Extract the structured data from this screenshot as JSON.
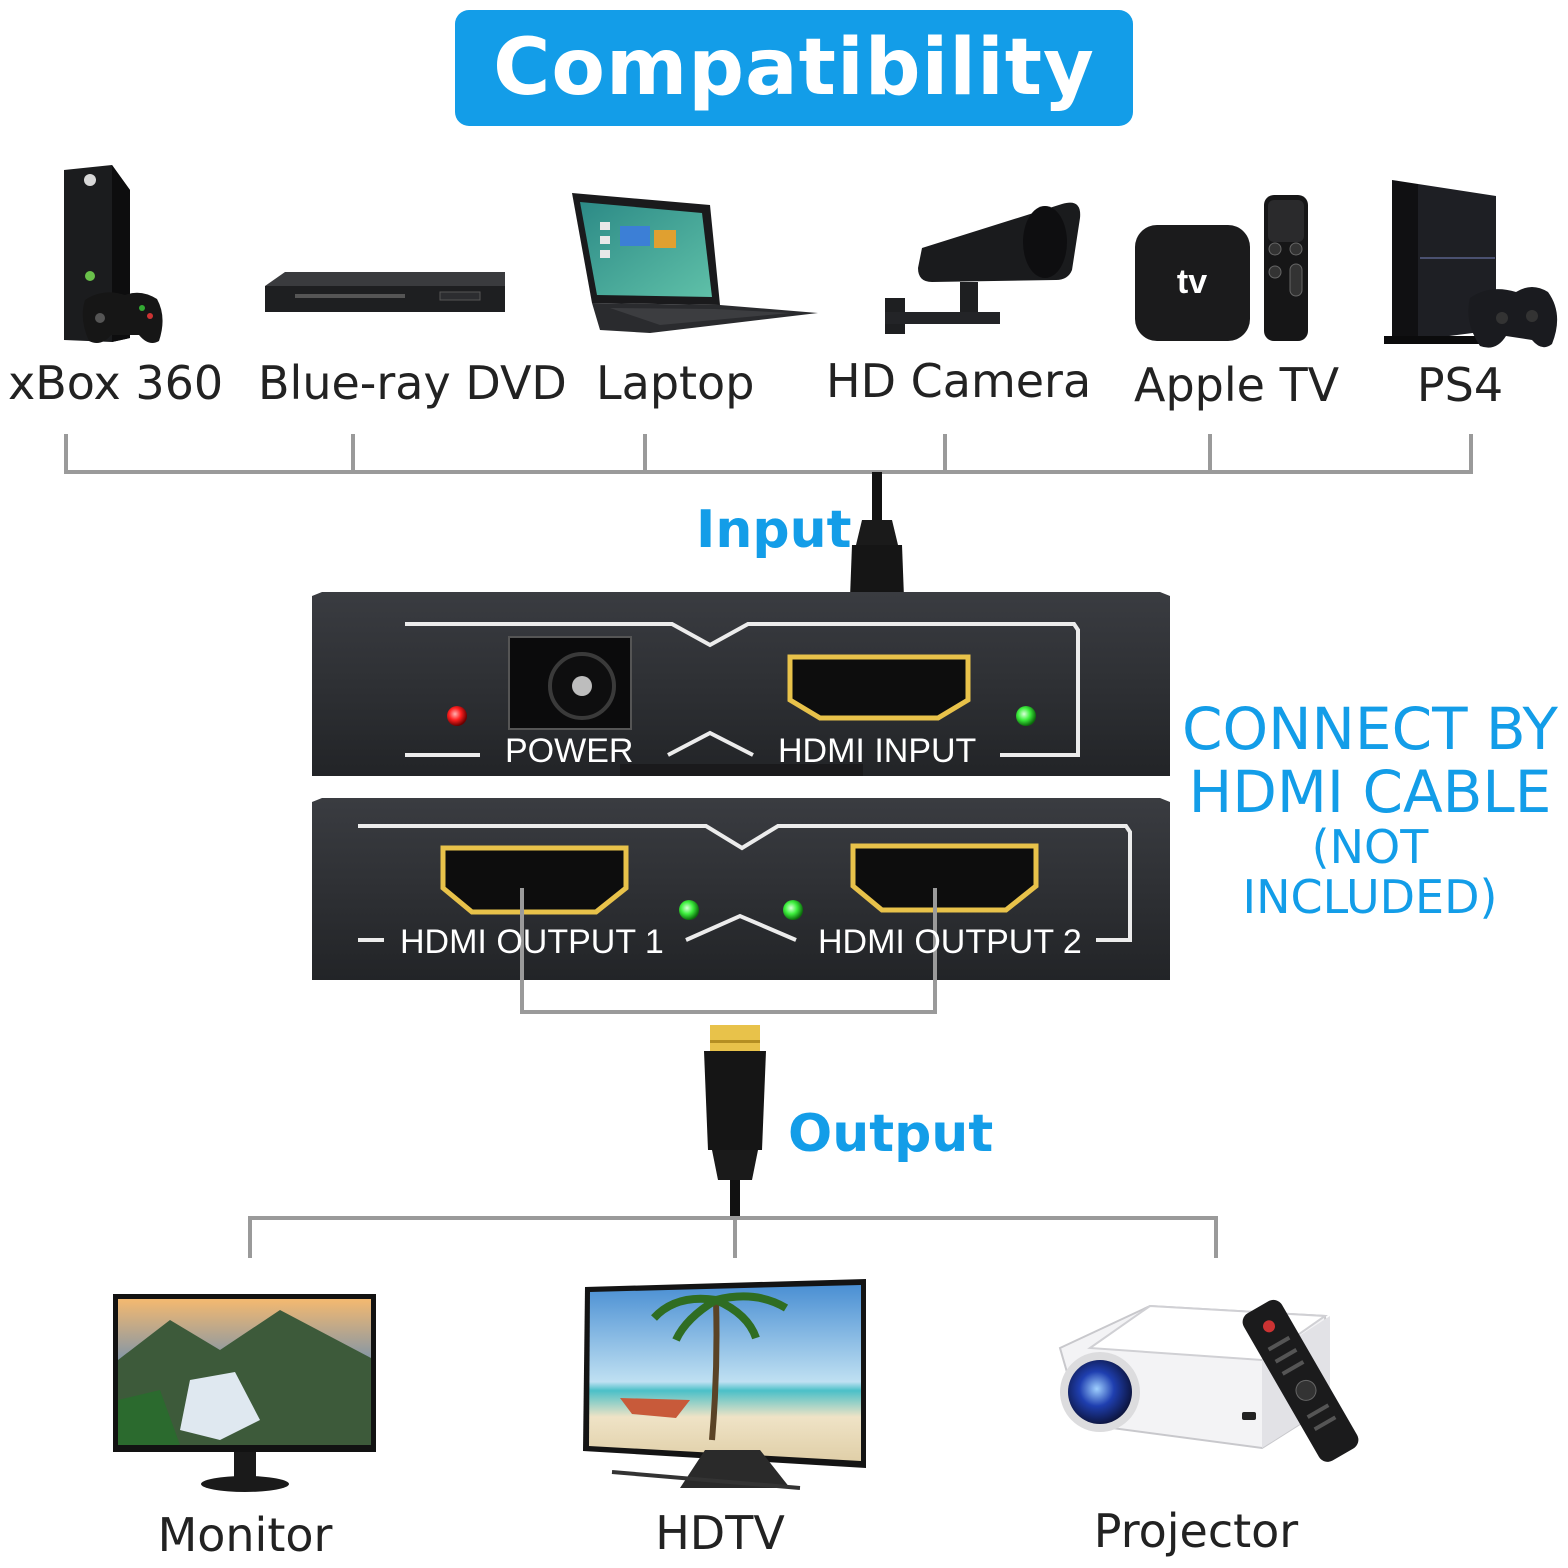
{
  "header": {
    "title": "Compatibility"
  },
  "inputs": [
    {
      "label": "xBox 360",
      "icon": "xbox-360-console-icon"
    },
    {
      "label": "Blue-ray DVD",
      "icon": "dvd-player-icon"
    },
    {
      "label": "Laptop",
      "icon": "laptop-icon"
    },
    {
      "label": "HD Camera",
      "icon": "security-camera-icon"
    },
    {
      "label": "Apple TV",
      "icon": "apple-tv-icon"
    },
    {
      "label": "PS4",
      "icon": "ps4-console-icon"
    }
  ],
  "appletv_logo": "tv",
  "input_label": "Input",
  "output_label": "Output",
  "splitter": {
    "power_label": "POWER",
    "hdmi_input_label": "HDMI INPUT",
    "output1_label": "HDMI OUTPUT 1",
    "output2_label": "HDMI OUTPUT 2"
  },
  "connect_note": {
    "line1": "CONNECT BY",
    "line2": "HDMI CABLE",
    "line3": "(NOT INCLUDED)"
  },
  "outputs": [
    {
      "label": "Monitor",
      "icon": "monitor-icon"
    },
    {
      "label": "HDTV",
      "icon": "hdtv-icon"
    },
    {
      "label": "Projector",
      "icon": "projector-icon"
    }
  ],
  "colors": {
    "accent": "#139de8",
    "connector_line": "#9a9a9a",
    "led_red": "#ff2020",
    "led_green": "#3ef03e",
    "gold": "#e8c24a",
    "device_body": "#2c2e32"
  }
}
